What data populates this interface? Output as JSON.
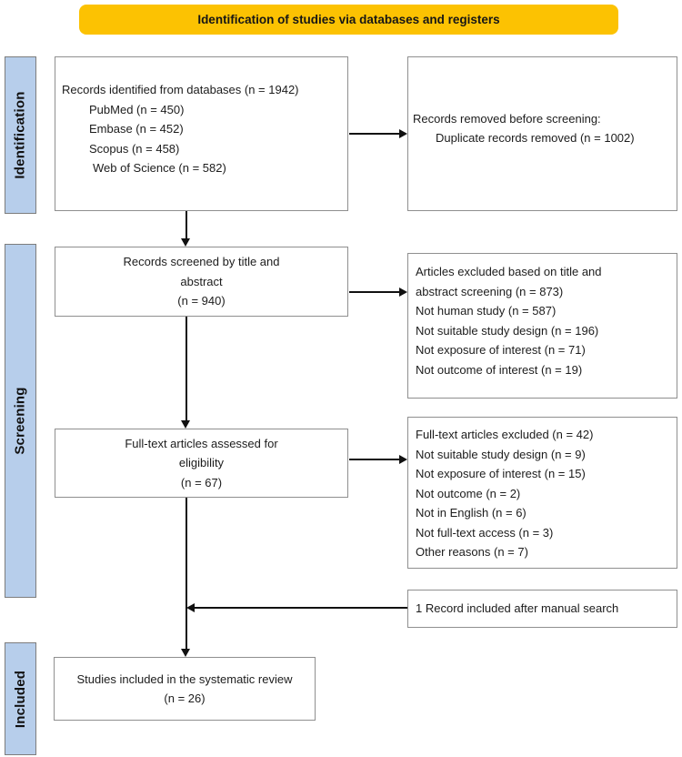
{
  "banner": {
    "title": "Identification of studies via databases and registers"
  },
  "colors": {
    "banner_bg": "#FCC202",
    "stage_bg": "#B7CEEB",
    "box_border": "#8F8F8F",
    "arrow": "#111111",
    "text": "#1C1C1C"
  },
  "stages": {
    "identification": "Identification",
    "screening": "Screening",
    "included": "Included"
  },
  "boxes": {
    "records_identified": {
      "title": "Records identified from databases (n = 1942)",
      "items": [
        "PubMed (n = 450)",
        "Embase (n = 452)",
        "Scopus (n = 458)",
        "Web of Science (n = 582)"
      ]
    },
    "records_removed": {
      "title": "Records removed before screening:",
      "items": [
        "Duplicate records removed (n = 1002)"
      ]
    },
    "records_screened": {
      "lines": [
        "Records screened by title and",
        "abstract",
        "(n = 940)"
      ]
    },
    "title_abstract_excluded": {
      "lines": [
        "Articles excluded based on title and",
        "abstract screening (n = 873)",
        "Not human study (n = 587)",
        "Not suitable study design (n = 196)",
        "Not exposure of interest (n = 71)",
        "Not outcome of interest (n = 19)"
      ]
    },
    "fulltext_assessed": {
      "lines": [
        "Full-text articles assessed for",
        "eligibility",
        "(n = 67)"
      ]
    },
    "fulltext_excluded": {
      "lines": [
        "Full-text articles excluded (n = 42)",
        "Not suitable study design (n = 9)",
        "Not exposure of interest (n = 15)",
        "Not outcome (n = 2)",
        "Not in English (n = 6)",
        "Not full-text access (n = 3)",
        "Other reasons (n = 7)"
      ]
    },
    "manual_search": {
      "text": "1 Record included after manual search"
    },
    "studies_included": {
      "lines": [
        "Studies included in the systematic review",
        "(n = 26)"
      ]
    }
  }
}
